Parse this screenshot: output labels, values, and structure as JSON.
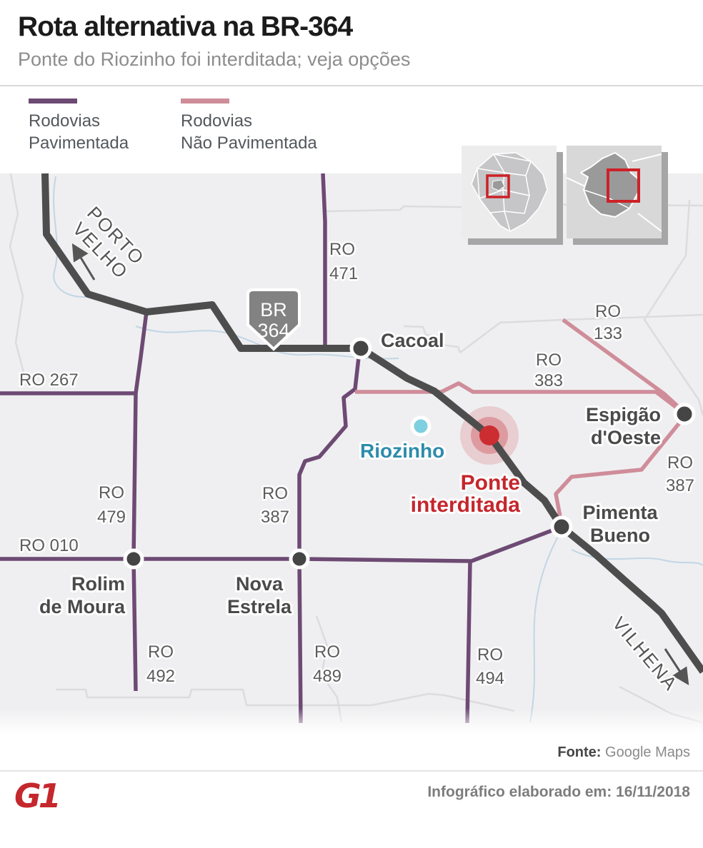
{
  "header": {
    "title": "Rota alternativa na BR-364",
    "subtitle": "Ponte do Riozinho foi interditada; veja opções"
  },
  "legend": {
    "paved": {
      "lines": [
        "Rodovias",
        "Pavimentada"
      ],
      "color": "#6d4a73"
    },
    "unpaved": {
      "lines": [
        "Rodovias",
        "Não Pavimentada"
      ],
      "color": "#cf8d99"
    }
  },
  "map": {
    "shield": {
      "lines": [
        "BR",
        "364"
      ]
    },
    "directions": {
      "porto_velho": {
        "lines": [
          "PORTO",
          "VELHO"
        ]
      },
      "vilhena": {
        "label": "VILHENA"
      }
    },
    "cities": {
      "cacoal": {
        "label": "Cacoal"
      },
      "riozinho": {
        "label": "Riozinho"
      },
      "espigao": {
        "lines": [
          "Espigão",
          "d'Oeste"
        ]
      },
      "pimenta": {
        "lines": [
          "Pimenta",
          "Bueno"
        ]
      },
      "rolim": {
        "lines": [
          "Rolim",
          "de Moura"
        ]
      },
      "nova": {
        "lines": [
          "Nova",
          "Estrela"
        ]
      }
    },
    "road_labels": {
      "ro267": {
        "label": "RO 267"
      },
      "ro010": {
        "label": "RO 010"
      },
      "ro471": {
        "lines": [
          "RO",
          "471"
        ]
      },
      "ro479": {
        "lines": [
          "RO",
          "479"
        ]
      },
      "ro492": {
        "lines": [
          "RO",
          "492"
        ]
      },
      "ro387w": {
        "lines": [
          "RO",
          "387"
        ]
      },
      "ro489": {
        "lines": [
          "RO",
          "489"
        ]
      },
      "ro494": {
        "lines": [
          "RO",
          "494"
        ]
      },
      "ro383": {
        "lines": [
          "RO",
          "383"
        ]
      },
      "ro133": {
        "lines": [
          "RO",
          "133"
        ]
      },
      "ro387e": {
        "lines": [
          "RO",
          "387"
        ]
      }
    },
    "alert": {
      "lines": [
        "Ponte",
        "interditada"
      ]
    }
  },
  "colors": {
    "paved_road": "#6d4a73",
    "unpaved_road": "#cf8d99",
    "highway": "#4d4d4d",
    "alert_red": "#c5262c",
    "riozinho_cyan": "#7ecfdf",
    "map_background": "#efeff1",
    "focus_box_red": "#cc2127"
  },
  "footer": {
    "source_label": "Fonte:",
    "source_value": "Google Maps",
    "credit": "Infográfico elaborado em: 16/11/2018",
    "logo": "G1"
  }
}
